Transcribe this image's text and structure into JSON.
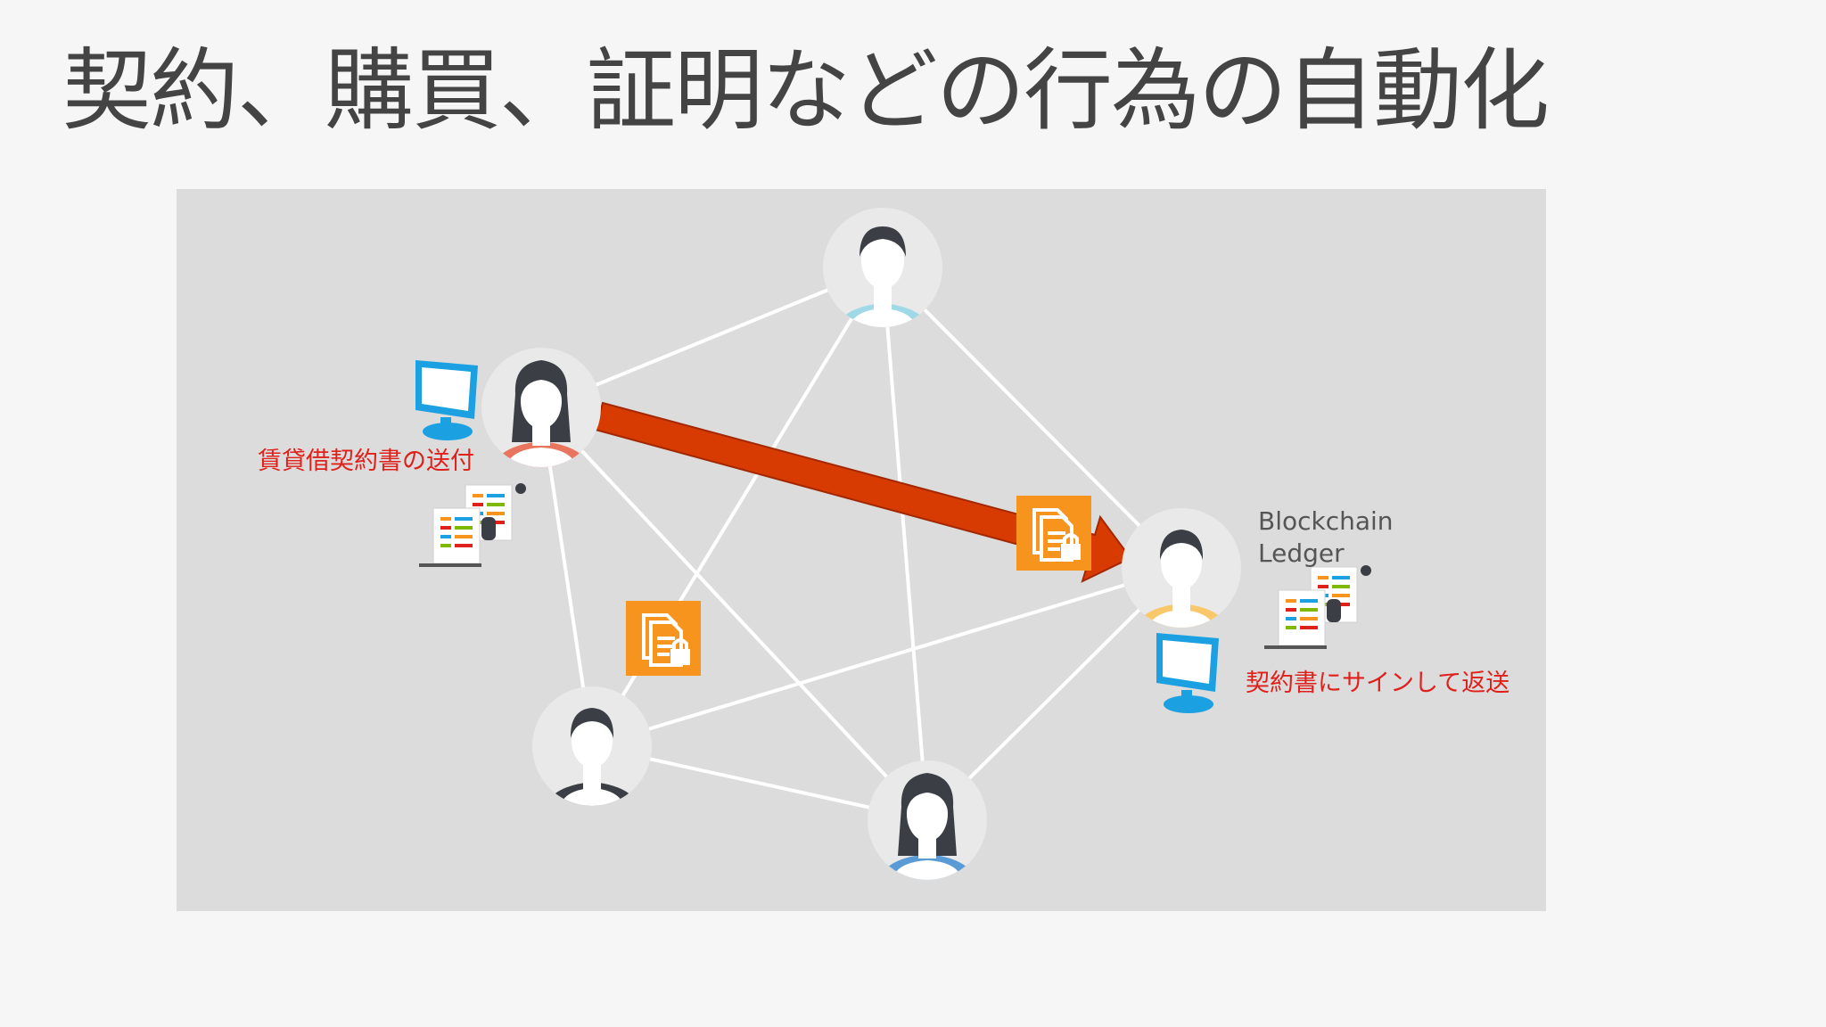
{
  "title": "契約、購買、証明などの行為の自動化",
  "labels": {
    "send_contract": "賃貸借契約書の送付",
    "sign_return": "契約書にサインして返送",
    "ledger_line1": "Blockchain",
    "ledger_line2": "Ledger"
  },
  "colors": {
    "background": "#f6f6f6",
    "panel": "#dcdcdc",
    "arrow": "#d83b01",
    "document_tile": "#f7941d",
    "monitor": "#1ba1e2",
    "label_red": "#e0201b"
  }
}
